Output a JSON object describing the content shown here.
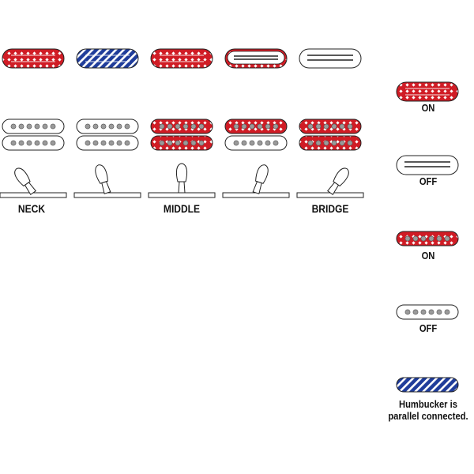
{
  "colors": {
    "active": "#d01c25",
    "parallel": "#1f3c9a",
    "outline": "#222222",
    "pole": "#9a9a9a"
  },
  "positions": [
    {
      "label": "NECK",
      "top": "on",
      "bottom_coil_1": "off",
      "bottom_coil_2": "off",
      "lever": "neck"
    },
    {
      "label": "",
      "top": "parallel",
      "bottom_coil_1": "off",
      "bottom_coil_2": "off",
      "lever": "neck-middle"
    },
    {
      "label": "MIDDLE",
      "top": "on",
      "bottom_coil_1": "on",
      "bottom_coil_2": "on",
      "lever": "middle"
    },
    {
      "label": "",
      "top": "partial",
      "bottom_coil_1": "on",
      "bottom_coil_2": "off",
      "lever": "middle-bridge"
    },
    {
      "label": "BRIDGE",
      "top": "off",
      "bottom_coil_1": "on",
      "bottom_coil_2": "on",
      "lever": "bridge"
    }
  ],
  "legend": {
    "humbucker_on": "ON",
    "humbucker_off": "OFF",
    "single_on": "ON",
    "single_off": "OFF",
    "parallel_line1": "Humbucker is",
    "parallel_line2": "parallel connected."
  }
}
